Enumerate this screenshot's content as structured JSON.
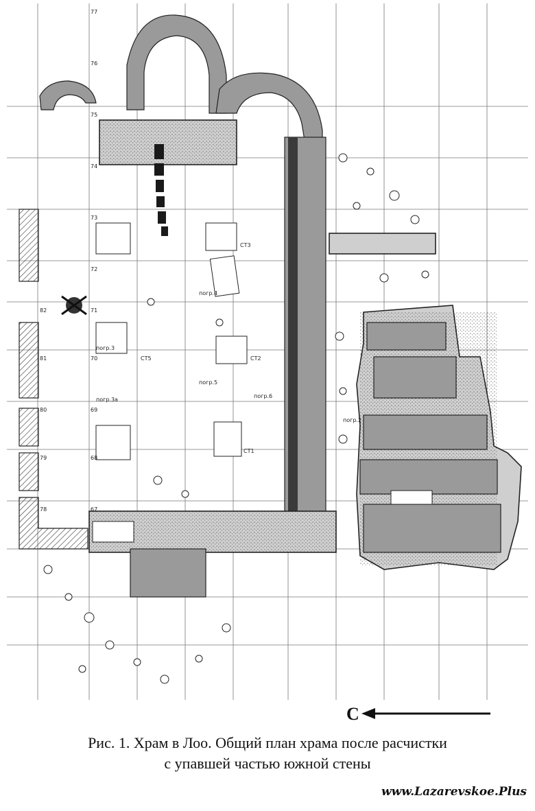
{
  "figure": {
    "caption_line1": "Рис. 1. Храм в Лоо. Общий план храма после расчистки",
    "caption_line2": "с упавшей частью южной стены",
    "north_label": "С",
    "watermark": "www.Lazarevskoe.Plus"
  },
  "grid": {
    "column_labels": [
      "77",
      "76",
      "75",
      "74",
      "73",
      "72",
      "71",
      "70",
      "69",
      "68",
      "67"
    ],
    "row_labels": [
      "82",
      "81",
      "80",
      "79",
      "78"
    ],
    "room_labels": [
      "СТ3",
      "СТ2",
      "СТ1",
      "СТ5",
      "погр.4",
      "погр.5",
      "погр.6",
      "погр.2",
      "погр.3",
      "погр.3а"
    ]
  }
}
